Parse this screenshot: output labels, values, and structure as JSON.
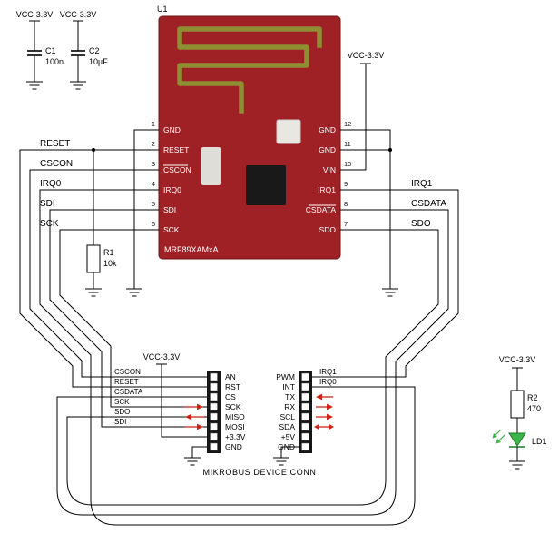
{
  "colors": {
    "module_body": "#a02125",
    "antenna_trace": "#8e8e33",
    "wire": "#000000",
    "direction_arrow": "#cb2519",
    "led_green": "#3bb54a"
  },
  "power": {
    "vcc_label": "VCC-3.3V"
  },
  "components": {
    "c1": {
      "ref": "C1",
      "value": "100n"
    },
    "c2": {
      "ref": "C2",
      "value": "10µF"
    },
    "r1": {
      "ref": "R1",
      "value": "10k"
    },
    "r2": {
      "ref": "R2",
      "value": "470"
    },
    "led": {
      "ref": "LD1"
    }
  },
  "module": {
    "ref": "U1",
    "part_number": "MRF89XAMxA",
    "pins_left": [
      {
        "num": "1",
        "name": "GND"
      },
      {
        "num": "2",
        "name": "RESET"
      },
      {
        "num": "3",
        "name": "CSCON"
      },
      {
        "num": "4",
        "name": "IRQ0"
      },
      {
        "num": "5",
        "name": "SDI"
      },
      {
        "num": "6",
        "name": "SCK"
      }
    ],
    "pins_right": [
      {
        "num": "12",
        "name": "GND"
      },
      {
        "num": "11",
        "name": "GND"
      },
      {
        "num": "10",
        "name": "VIN"
      },
      {
        "num": "9",
        "name": "IRQ1"
      },
      {
        "num": "8",
        "name": "CSDATA"
      },
      {
        "num": "7",
        "name": "SDO"
      }
    ]
  },
  "nets": {
    "left": [
      "RESET",
      "CSCON",
      "IRQ0",
      "SDI",
      "SCK"
    ],
    "right": [
      "IRQ1",
      "CSDATA",
      "SDO"
    ]
  },
  "mikrobus": {
    "title": "MIKROBUS DEVICE CONN",
    "left_header": [
      "AN",
      "RST",
      "CS",
      "SCK",
      "MISO",
      "MOSI",
      "+3.3V",
      "GND"
    ],
    "right_header": [
      "PWM",
      "INT",
      "TX",
      "RX",
      "SCL",
      "SDA",
      "+5V",
      "GND"
    ],
    "left_nets": [
      "CSCON",
      "RESET",
      "CSDATA",
      "SCK",
      "SDO",
      "SDI"
    ],
    "right_nets": [
      "IRQ1",
      "IRQ0"
    ]
  }
}
